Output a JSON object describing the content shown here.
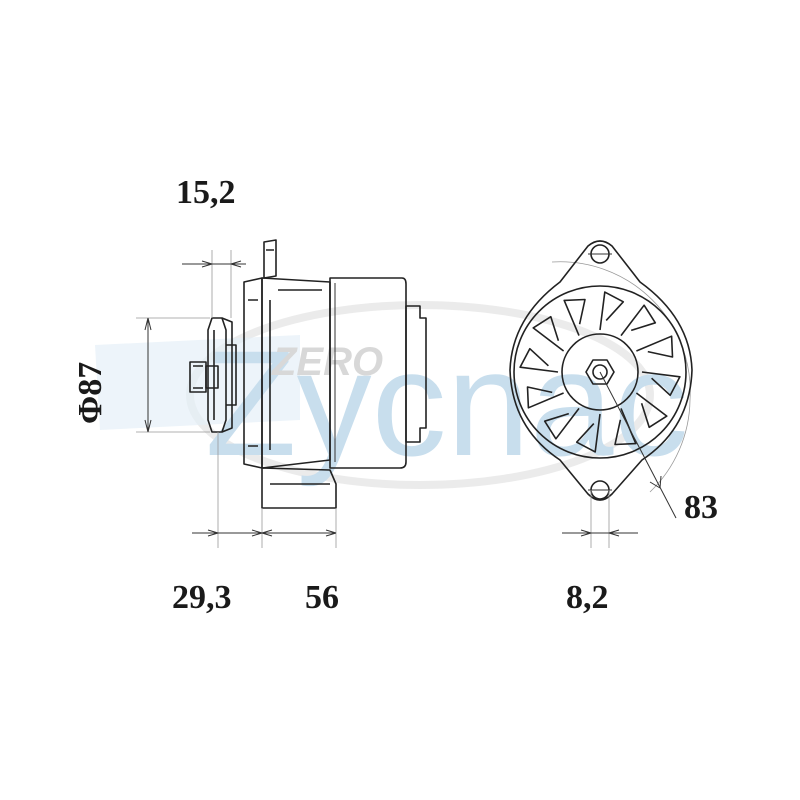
{
  "dimensions": {
    "top_offset": "15,2",
    "pulley_diameter": "Φ87",
    "shaft_to_flange": "29,3",
    "body_length": "56",
    "mount_hole": "8,2",
    "mount_radius": "83"
  },
  "watermark": {
    "brand": "Zycnac",
    "badge": "ZERO"
  },
  "colors": {
    "line": "#222222",
    "watermark_blue": "#7fb2d6",
    "watermark_grey": "#d8d8d8"
  }
}
